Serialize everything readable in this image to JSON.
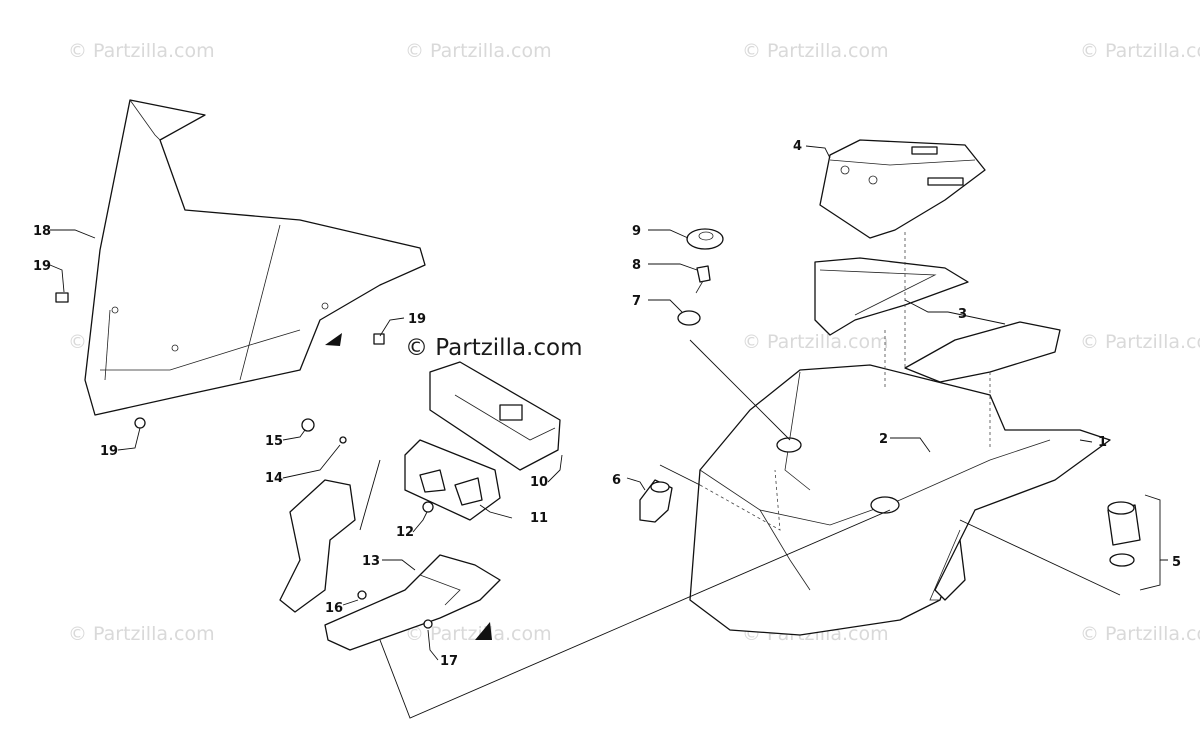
{
  "watermark": "© Partzilla.com",
  "brand_watermark": "© Partzilla.com",
  "callouts": {
    "c1": "1",
    "c2": "2",
    "c3": "3",
    "c4": "4",
    "c5": "5",
    "c6": "6",
    "c7": "7",
    "c8": "8",
    "c9": "9",
    "c10": "10",
    "c11": "11",
    "c12": "12",
    "c13": "13",
    "c14": "14",
    "c15": "15",
    "c16": "16",
    "c17": "17",
    "c18": "18",
    "c19a": "19",
    "c19b": "19",
    "c19c": "19"
  }
}
